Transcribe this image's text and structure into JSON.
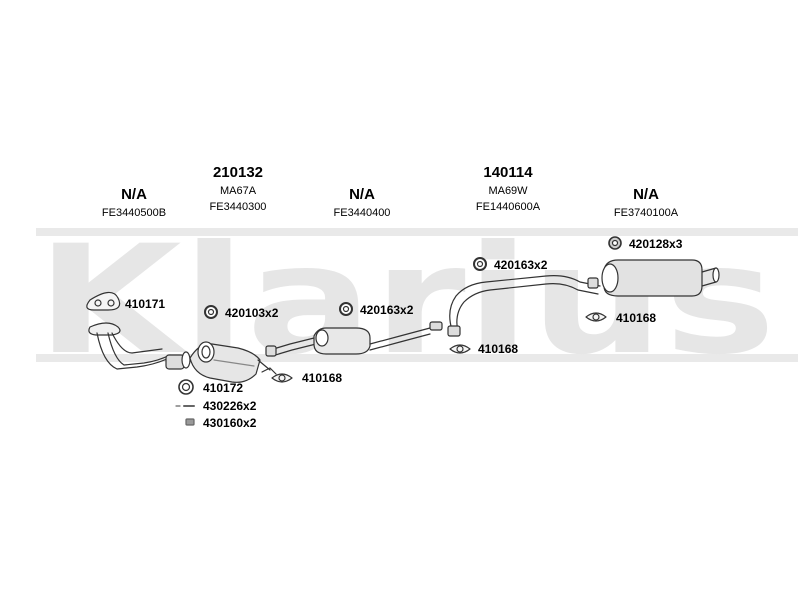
{
  "watermark": {
    "text": "Klarius"
  },
  "headers": [
    {
      "main": "N/A",
      "code": "",
      "ref": "FE3440500B"
    },
    {
      "main": "210132",
      "code": "MA67A",
      "ref": "FE3440300"
    },
    {
      "main": "N/A",
      "code": "",
      "ref": "FE3440400"
    },
    {
      "main": "140114",
      "code": "MA69W",
      "ref": "FE1440600A"
    },
    {
      "main": "N/A",
      "code": "",
      "ref": "FE3740100A"
    }
  ],
  "parts": {
    "p410171": "410171",
    "p420103x2": "420103x2",
    "p420163x2_a": "420163x2",
    "p420163x2_b": "420163x2",
    "p420128x3": "420128x3",
    "p410168_a": "410168",
    "p410168_b": "410168",
    "p410168_c": "410168",
    "p410172": "410172",
    "p430226x2": "430226x2",
    "p430160x2": "430160x2"
  }
}
